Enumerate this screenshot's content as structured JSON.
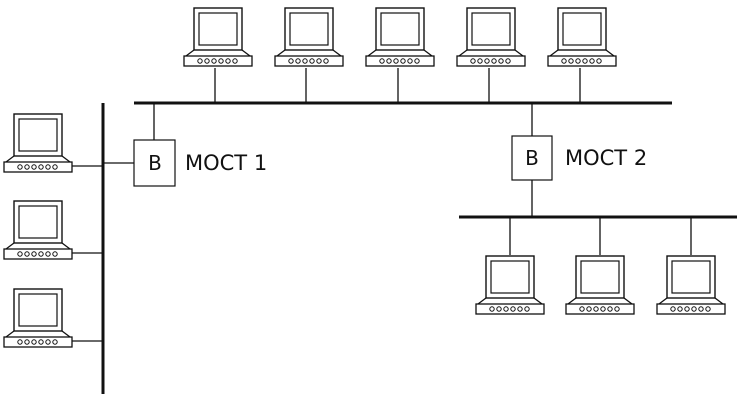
{
  "diagram": {
    "bridges": [
      {
        "letter": "B",
        "label": "МОСТ 1"
      },
      {
        "letter": "B",
        "label": "МОСТ 2"
      }
    ],
    "segments": [
      {
        "computers": 5
      },
      {
        "computers": 3
      },
      {
        "computers": 3
      }
    ]
  }
}
